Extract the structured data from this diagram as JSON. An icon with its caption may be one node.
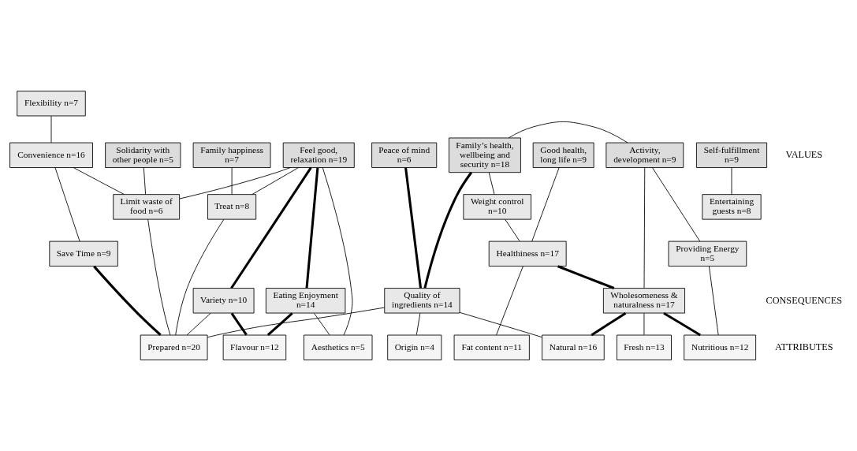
{
  "diagram": {
    "nodes": [
      {
        "text": [
          "Solidarity with other people n=5"
        ]
      },
      {
        "text": [
          "Family happiness n=7"
        ]
      },
      {
        "text": [
          "Feel good, relaxation n=19"
        ]
      },
      {
        "text": [
          "Peace of mind n=6"
        ]
      },
      {
        "text": [
          "Family’s health, wellbeing and security n=18"
        ]
      },
      {
        "text": [
          "Good health, long life n=9"
        ]
      },
      {
        "text": [
          "Activity, development n=9"
        ]
      },
      {
        "text": [
          "Self-fulfillment n=9"
        ]
      },
      {
        "text": [
          "Flexibility n=7"
        ]
      },
      {
        "text": [
          "Limit waste of food n=6"
        ]
      },
      {
        "text": [
          "Convenience n=16"
        ]
      },
      {
        "text": [
          "Treat n=8"
        ]
      },
      {
        "text": [
          "Variety n=10"
        ]
      },
      {
        "text": [
          "Eating Enjoyment n=14"
        ]
      },
      {
        "text": [
          "Quality of ingredients n=14"
        ]
      },
      {
        "text": [
          "Weight control n=10"
        ]
      },
      {
        "text": [
          "Providing Energy n=5"
        ]
      },
      {
        "text": [
          "Save Time n=9"
        ]
      },
      {
        "text": [
          "Healthiness n=17"
        ]
      },
      {
        "text": [
          "Wholesomeness & naturalness n=17"
        ]
      },
      {
        "text": [
          "Entertaining guests n=8"
        ]
      },
      {
        "text": [
          "Prepared n=20"
        ]
      },
      {
        "text": [
          "Flavour n=12"
        ]
      },
      {
        "text": [
          "Aesthetics n=5"
        ]
      },
      {
        "text": [
          "Origin n=4"
        ]
      },
      {
        "text": [
          "Natural n=16"
        ]
      },
      {
        "text": [
          "Fat content n=11"
        ]
      },
      {
        "text": [
          "Fresh n=13"
        ]
      },
      {
        "text": [
          "Nutritious n=12"
        ]
      }
    ],
    "edges": [
      {
        "from": 0,
        "to": 9,
        "arrow": "none"
      },
      {
        "from": 1,
        "to": 11,
        "arrow": "none"
      },
      {
        "from": 2,
        "to": 9,
        "arrow": "none"
      },
      {
        "from": 2,
        "to": 11,
        "arrow": "none"
      },
      {
        "from": 2,
        "to": 12,
        "arrow": "none",
        "style": "thick"
      },
      {
        "from": 2,
        "to": 13,
        "arrow": "none",
        "style": "thick"
      },
      {
        "from": 2,
        "to": 23,
        "arrow": "none"
      },
      {
        "from": 3,
        "to": 14,
        "arrow": "none",
        "style": "thick"
      },
      {
        "from": 4,
        "to": 14,
        "arrow": "none",
        "style": "thick"
      },
      {
        "from": 4,
        "to": 15,
        "arrow": "none"
      },
      {
        "from": 4,
        "to": 6,
        "arrow": "none"
      },
      {
        "from": 5,
        "to": 18,
        "arrow": "none"
      },
      {
        "from": 6,
        "to": 19,
        "arrow": "none"
      },
      {
        "from": 6,
        "to": 16,
        "arrow": "none"
      },
      {
        "from": 7,
        "to": 20,
        "arrow": "none"
      },
      {
        "from": 8,
        "to": 10,
        "arrow": "none"
      },
      {
        "from": 10,
        "to": 9,
        "arrow": "none"
      },
      {
        "from": 10,
        "to": 17,
        "arrow": "none"
      },
      {
        "from": 9,
        "to": 21,
        "arrow": "none"
      },
      {
        "from": 11,
        "to": 21,
        "arrow": "none"
      },
      {
        "from": 12,
        "to": 21,
        "arrow": "none"
      },
      {
        "from": 14,
        "to": 21,
        "arrow": "none"
      },
      {
        "from": 17,
        "to": 21,
        "arrow": "none",
        "style": "thick"
      },
      {
        "from": 12,
        "to": 22,
        "arrow": "none",
        "style": "thick"
      },
      {
        "from": 13,
        "to": 22,
        "arrow": "none",
        "style": "thick"
      },
      {
        "from": 13,
        "to": 23,
        "arrow": "none"
      },
      {
        "from": 14,
        "to": 24,
        "arrow": "none"
      },
      {
        "from": 14,
        "to": 25,
        "arrow": "none"
      },
      {
        "from": 15,
        "to": 18,
        "arrow": "none"
      },
      {
        "from": 18,
        "to": 19,
        "arrow": "none",
        "style": "thick"
      },
      {
        "from": 18,
        "to": 26,
        "arrow": "none"
      },
      {
        "from": 16,
        "to": 28,
        "arrow": "none"
      },
      {
        "from": 19,
        "to": 25,
        "arrow": "none",
        "style": "thick"
      },
      {
        "from": 19,
        "to": 27,
        "arrow": "none"
      },
      {
        "from": 19,
        "to": 28,
        "arrow": "none",
        "style": "thick"
      }
    ],
    "labels": [
      "VALUES",
      "CONSEQUENCES",
      "ATTRIBUTES"
    ]
  }
}
